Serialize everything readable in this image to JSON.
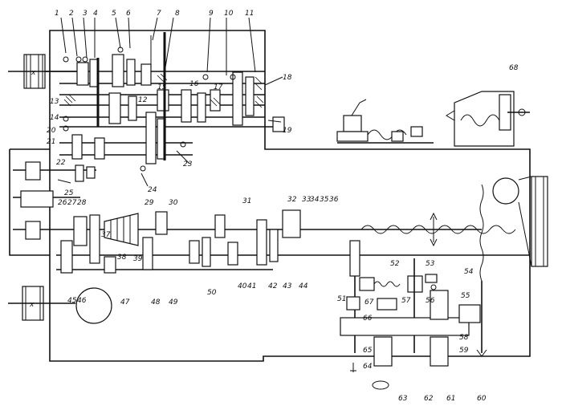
{
  "diagram": {
    "callouts": [
      {
        "id": "1",
        "text": "1"
      },
      {
        "id": "2",
        "text": "2"
      },
      {
        "id": "3",
        "text": "3"
      },
      {
        "id": "4",
        "text": "4"
      },
      {
        "id": "5",
        "text": "5"
      },
      {
        "id": "6",
        "text": "6"
      },
      {
        "id": "7",
        "text": "7"
      },
      {
        "id": "8",
        "text": "8"
      },
      {
        "id": "9",
        "text": "9"
      },
      {
        "id": "10",
        "text": "10"
      },
      {
        "id": "11",
        "text": "11"
      },
      {
        "id": "12",
        "text": "12"
      },
      {
        "id": "13",
        "text": "13"
      },
      {
        "id": "14",
        "text": "14"
      },
      {
        "id": "15",
        "text": "15"
      },
      {
        "id": "16",
        "text": "16"
      },
      {
        "id": "17",
        "text": "17"
      },
      {
        "id": "18",
        "text": "18"
      },
      {
        "id": "19",
        "text": "19"
      },
      {
        "id": "20",
        "text": "20"
      },
      {
        "id": "21",
        "text": "21"
      },
      {
        "id": "22",
        "text": "22"
      },
      {
        "id": "23",
        "text": "23"
      },
      {
        "id": "24",
        "text": "24"
      },
      {
        "id": "25",
        "text": "25"
      },
      {
        "id": "26",
        "text": "26"
      },
      {
        "id": "27",
        "text": "27"
      },
      {
        "id": "28",
        "text": "28"
      },
      {
        "id": "29",
        "text": "29"
      },
      {
        "id": "30",
        "text": "30"
      },
      {
        "id": "31",
        "text": "31"
      },
      {
        "id": "32",
        "text": "32"
      },
      {
        "id": "33",
        "text": "33"
      },
      {
        "id": "34",
        "text": "34"
      },
      {
        "id": "35",
        "text": "35"
      },
      {
        "id": "36",
        "text": "36"
      },
      {
        "id": "37",
        "text": "37"
      },
      {
        "id": "38",
        "text": "38"
      },
      {
        "id": "39",
        "text": "39"
      },
      {
        "id": "40",
        "text": "40"
      },
      {
        "id": "41",
        "text": "41"
      },
      {
        "id": "42",
        "text": "42"
      },
      {
        "id": "43",
        "text": "43"
      },
      {
        "id": "44",
        "text": "44"
      },
      {
        "id": "45",
        "text": "45"
      },
      {
        "id": "46",
        "text": "46"
      },
      {
        "id": "47",
        "text": "47"
      },
      {
        "id": "48",
        "text": "48"
      },
      {
        "id": "49",
        "text": "49"
      },
      {
        "id": "50",
        "text": "50"
      },
      {
        "id": "51",
        "text": "51"
      },
      {
        "id": "52",
        "text": "52"
      },
      {
        "id": "53",
        "text": "53"
      },
      {
        "id": "54",
        "text": "54"
      },
      {
        "id": "55",
        "text": "55"
      },
      {
        "id": "56",
        "text": "56"
      },
      {
        "id": "57",
        "text": "57"
      },
      {
        "id": "58",
        "text": "58"
      },
      {
        "id": "59",
        "text": "59"
      },
      {
        "id": "60",
        "text": "60"
      },
      {
        "id": "61",
        "text": "61"
      },
      {
        "id": "62",
        "text": "62"
      },
      {
        "id": "63",
        "text": "63"
      },
      {
        "id": "64",
        "text": "64"
      },
      {
        "id": "65",
        "text": "65"
      },
      {
        "id": "66",
        "text": "66"
      },
      {
        "id": "67",
        "text": "67"
      },
      {
        "id": "68",
        "text": "68"
      }
    ]
  }
}
